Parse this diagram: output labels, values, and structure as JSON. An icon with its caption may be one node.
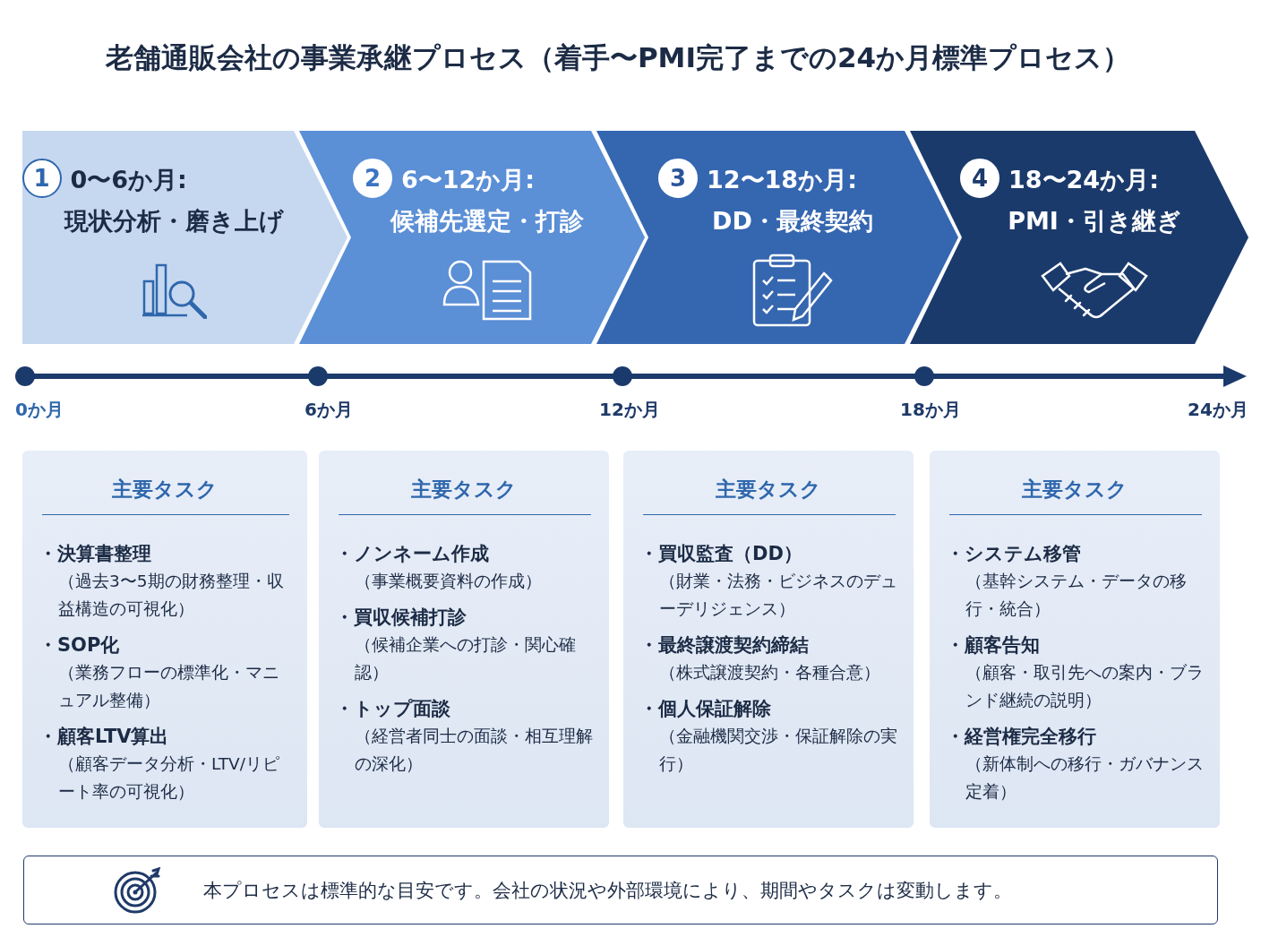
{
  "diagram": {
    "title": "老舗通販会社の事業承継プロセス（着手〜PMI完了までの24か月標準プロセス）",
    "nodes": [
      {
        "text": [
          "1",
          "0〜6か月:",
          "現状分析・磨き上げ"
        ]
      },
      {
        "text": [
          "2",
          "6〜12か月:",
          "候補先選定・打診"
        ]
      },
      {
        "text": [
          "3",
          "12〜18か月:",
          "DD・最終契約"
        ]
      },
      {
        "text": [
          "4",
          "18〜24か月:",
          "PMI・引き継ぎ"
        ]
      },
      {
        "text": [
          "主要タスク",
          "・決算書整理",
          "（過去3〜5期の財務整理・収益構造の可視化）",
          "・SOP化",
          "（業務フローの標準化・マニュアル整備）",
          "・顧客LTV算出",
          "（顧客データ分析・LTV/リピート率の可視化）"
        ]
      },
      {
        "text": [
          "主要タスク",
          "・ノンネーム作成",
          "（事業概要資料の作成）",
          "・買収候補打診",
          "（候補企業への打診・関心確認）",
          "・トップ面談",
          "（経営者同士の面談・相互理解の深化）"
        ]
      },
      {
        "text": [
          "主要タスク",
          "・買収監査（DD）",
          "（財業・法務・ビジネスのデューデリジェンス）",
          "・最終譲渡契約締結",
          "（株式譲渡契約・各種合意）",
          "・個人保証解除",
          "（金融機関交渉・保証解除の実行）"
        ]
      },
      {
        "text": [
          "主要タスク",
          "・システム移管",
          "（基幹システム・データの移行・統合）",
          "・顧客告知",
          "（顧客・取引先への案内・ブランド継続の説明）",
          "・経営権完全移行",
          "（新体制への移行・ガバナンス定着）"
        ]
      },
      {
        "text": [
          "本プロセスは標準的な目安です。会社の状況や外部環境により、期間やタスクは変動します。"
        ]
      }
    ],
    "edges": [],
    "labels": [
      "0か月",
      "6か月",
      "12か月",
      "18か月",
      "24か月"
    ]
  }
}
